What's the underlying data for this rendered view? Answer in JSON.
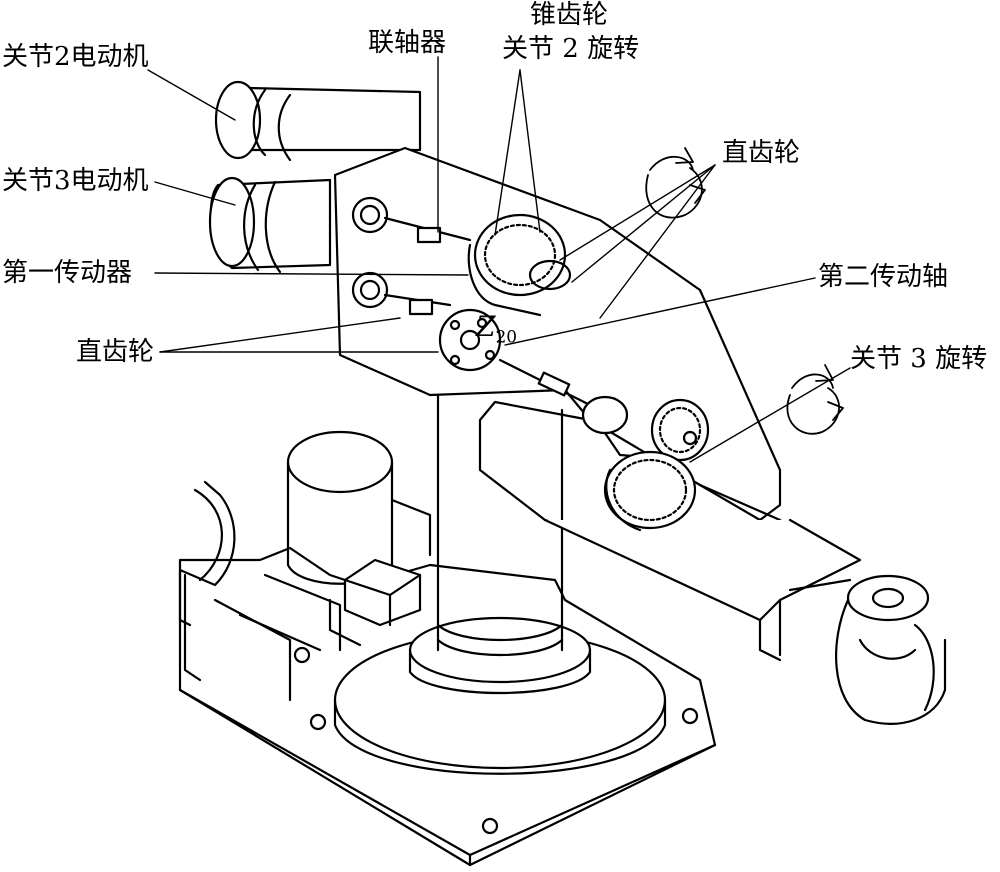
{
  "labels": {
    "joint2_motor": "关节2电动机",
    "joint3_motor": "关节3电动机",
    "first_actuator": "第一传动器",
    "spur_gear_left": "直齿轮",
    "coupling": "联轴器",
    "bevel_gear": "锥齿轮",
    "joint2_rotation": "关节 2 旋转",
    "spur_gear_right": "直齿轮",
    "second_shaft": "第二传动轴",
    "joint3_rotation": "关节 3 旋转",
    "gear_symbol": "Z",
    "gear_subscript": "20"
  },
  "colors": {
    "ink": "#000000",
    "paper": "#ffffff"
  },
  "icons": [
    "rotation-arrow-icon",
    "rotation-arrow-icon"
  ]
}
